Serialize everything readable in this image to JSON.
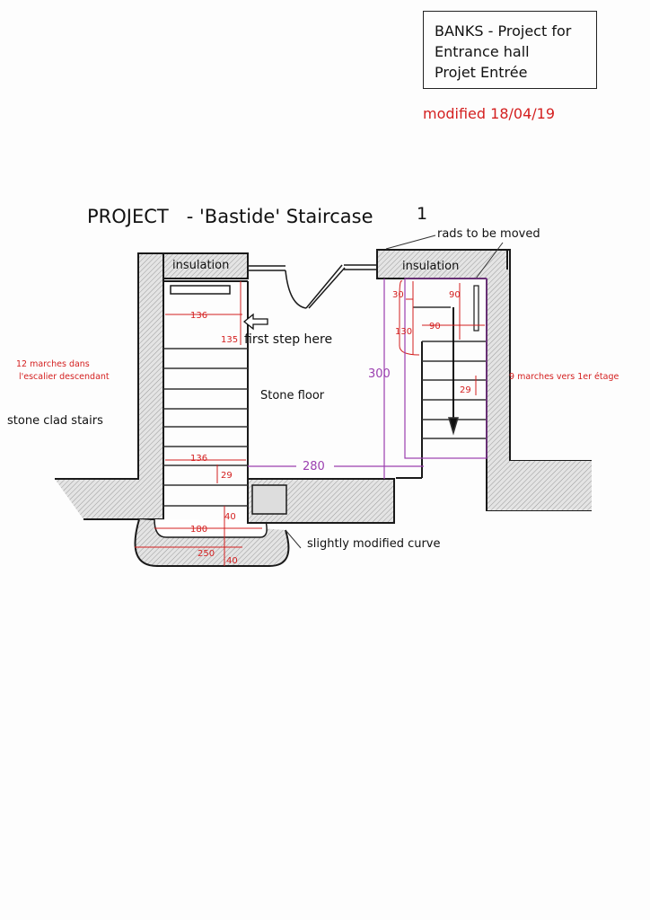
{
  "title_box": {
    "line1": "BANKS - Project for",
    "line2": "Entrance hall",
    "line3": "Projet Entrée"
  },
  "modified": "modified 18/04/19",
  "heading": {
    "text": "PROJECT   - 'Bastide' Staircase",
    "number": "1"
  },
  "labels": {
    "rads": "rads to be moved",
    "insulation_left": "insulation",
    "insulation_right": "insulation",
    "first_step": "first step here",
    "stone_floor": "Stone floor",
    "stone_clad": "stone clad stairs",
    "slightly_modified": "slightly modified curve",
    "marches_left_1": "12 marches dans",
    "marches_left_2": "l'escalier descendant",
    "marches_right": "9 marches vers 1er étage"
  },
  "dimensions": {
    "d136_top": "136",
    "d135": "135",
    "d136_bottom": "136",
    "d29_left": "29",
    "d40_upper": "40",
    "d180": "180",
    "d250": "250",
    "d40_lower": "40",
    "d30": "30",
    "d90_top": "90",
    "d90_mid": "90",
    "d130": "130",
    "d29_right": "29",
    "d300": "300",
    "d280": "280"
  },
  "colors": {
    "dimension_red": "#d42020",
    "dimension_purple": "#9b3fb0",
    "ink": "#1a1a1a"
  }
}
